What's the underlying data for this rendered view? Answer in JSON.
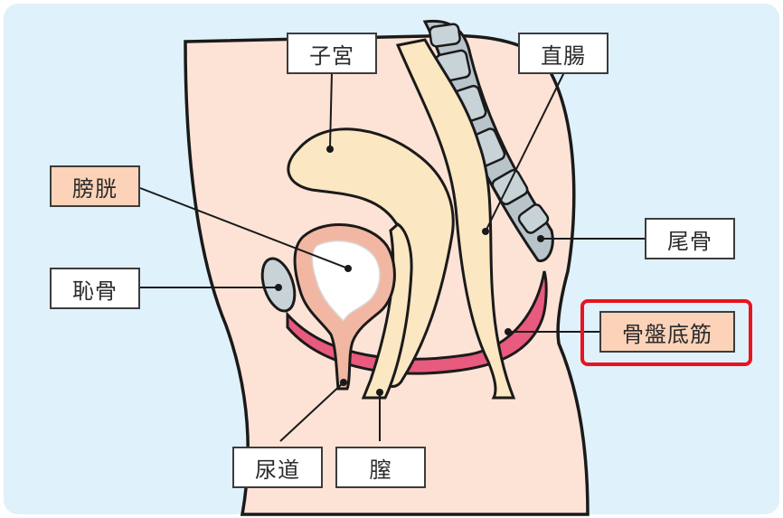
{
  "labels": {
    "uterus": "子宮",
    "rectum": "直腸",
    "bladder": "膀胱",
    "coccyx": "尾骨",
    "pubic_bone": "恥骨",
    "pelvic_floor": "骨盤底筋",
    "urethra": "尿道",
    "vagina": "膣"
  },
  "colors": {
    "background": "#dff1fb",
    "label_fill": "#ffffff",
    "label_highlight_fill": "#fcd2b8",
    "highlight_border": "#e8141e",
    "pelvic_floor": "#e85a7e",
    "skin": "#fde3d6",
    "organ": "#fbe7c2",
    "vertebra": "#c8d3d8"
  }
}
